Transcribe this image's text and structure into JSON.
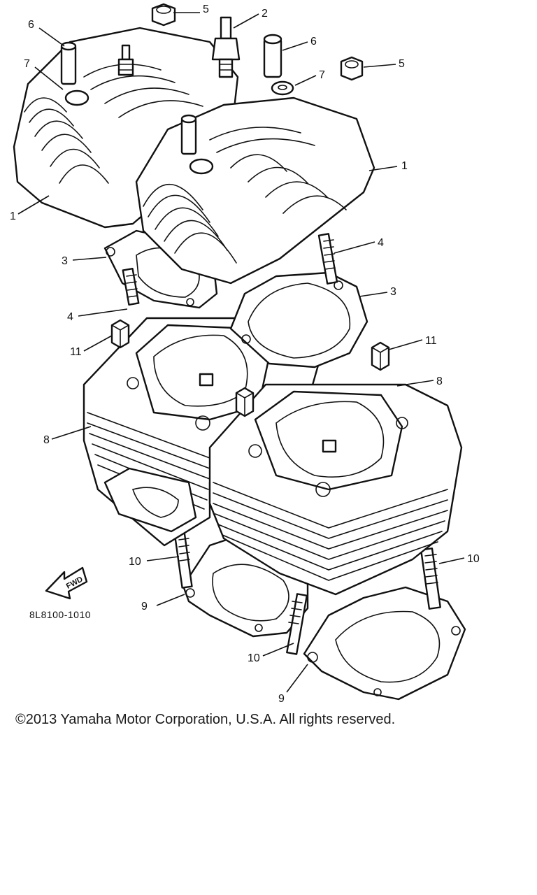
{
  "diagram": {
    "part_code": "8L8100-1010",
    "fwd_label": "FWD",
    "callouts": [
      {
        "id": "c-1a",
        "label": "1"
      },
      {
        "id": "c-1b",
        "label": "1"
      },
      {
        "id": "c-2",
        "label": "2"
      },
      {
        "id": "c-3a",
        "label": "3"
      },
      {
        "id": "c-3b",
        "label": "3"
      },
      {
        "id": "c-4a",
        "label": "4"
      },
      {
        "id": "c-4b",
        "label": "4"
      },
      {
        "id": "c-5a",
        "label": "5"
      },
      {
        "id": "c-5b",
        "label": "5"
      },
      {
        "id": "c-6a",
        "label": "6"
      },
      {
        "id": "c-6b",
        "label": "6"
      },
      {
        "id": "c-7a",
        "label": "7"
      },
      {
        "id": "c-7b",
        "label": "7"
      },
      {
        "id": "c-8a",
        "label": "8"
      },
      {
        "id": "c-8b",
        "label": "8"
      },
      {
        "id": "c-9a",
        "label": "9"
      },
      {
        "id": "c-9b",
        "label": "9"
      },
      {
        "id": "c-10a",
        "label": "10"
      },
      {
        "id": "c-10b",
        "label": "10"
      },
      {
        "id": "c-10c",
        "label": "10"
      },
      {
        "id": "c-11a",
        "label": "11"
      },
      {
        "id": "c-11b",
        "label": "11"
      }
    ]
  },
  "footer": {
    "copyright": "©2013 Yamaha Motor Corporation, U.S.A. All rights reserved."
  }
}
